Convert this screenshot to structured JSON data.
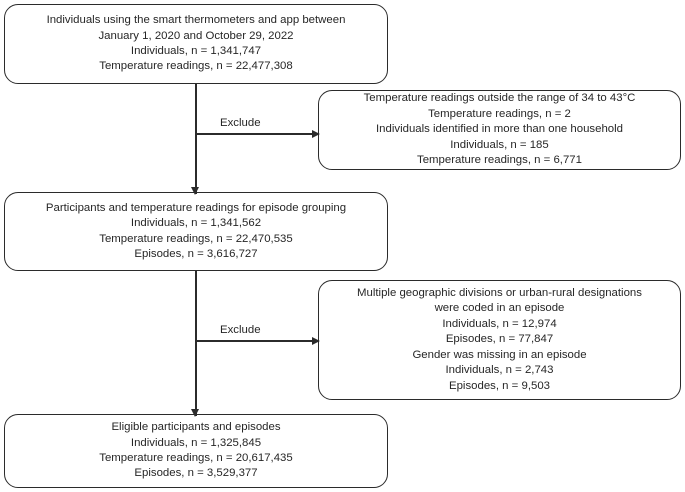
{
  "diagram": {
    "type": "flowchart",
    "title": "Study participant selection flow",
    "nodes": [
      {
        "id": "enrolled",
        "name": "enrolled-population-box",
        "lines": [
          "Individuals using the smart thermometers and app between",
          "January 1, 2020 and October 29, 2022",
          "Individuals, n = 1,341,747",
          "Temperature readings, n = 22,477,308"
        ]
      },
      {
        "id": "excl-1",
        "name": "exclusion-box-1",
        "lines": [
          "Temperature readings outside the range of 34 to 43°C",
          "Temperature readings, n = 2",
          "Individuals identified in more than one household",
          "Individuals, n = 185",
          "Temperature readings, n = 6,771"
        ]
      },
      {
        "id": "grouping",
        "name": "episode-grouping-box",
        "lines": [
          "Participants and temperature readings for episode grouping",
          "Individuals, n = 1,341,562",
          "Temperature readings, n = 22,470,535",
          "Episodes, n = 3,616,727"
        ]
      },
      {
        "id": "excl-2",
        "name": "exclusion-box-2",
        "lines": [
          "Multiple geographic divisions or urban-rural designations",
          "were coded in an episode",
          "Individuals, n = 12,974",
          "Episodes, n = 77,847",
          "Gender was missing in an episode",
          "Individuals, n = 2,743",
          "Episodes, n = 9,503"
        ]
      },
      {
        "id": "eligible",
        "name": "eligible-population-box",
        "lines": [
          "Eligible participants and episodes",
          "Individuals, n = 1,325,845",
          "Temperature readings, n = 20,617,435",
          "Episodes, n = 3,529,377"
        ]
      }
    ],
    "edge_labels": {
      "exclude_1": "Exclude",
      "exclude_2": "Exclude"
    },
    "colors": {
      "stroke": "#2b2b2b",
      "text": "#262626",
      "background": "#ffffff"
    }
  }
}
